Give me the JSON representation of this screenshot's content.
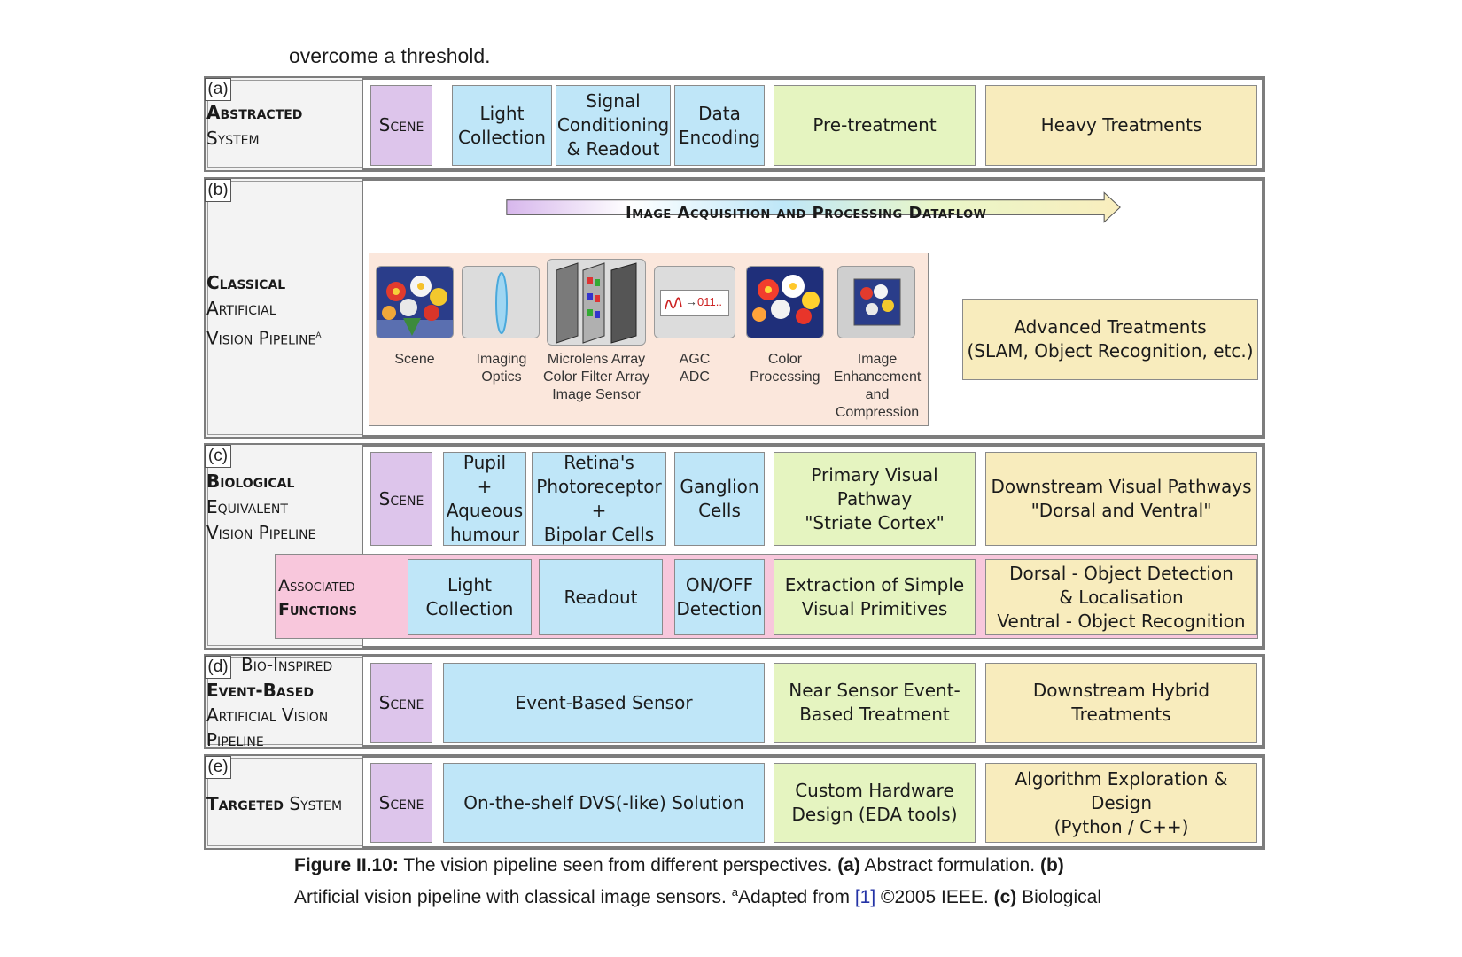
{
  "lead_text": "overcome a threshold.",
  "sections": {
    "a": {
      "tag": "(a)",
      "side_line1": "Abstracted",
      "side_line2": "System",
      "boxes": {
        "scene": "Scene",
        "light": "Light\nCollection",
        "signal": "Signal\nConditioning\n& Readout",
        "data": "Data\nEncoding",
        "pre": "Pre-treatment",
        "heavy": "Heavy Treatments"
      }
    },
    "b": {
      "tag": "(b)",
      "side_line1": "Classical",
      "side_line2": "Artificial",
      "side_line3": "Vision Pipeline",
      "side_sup": "a",
      "flow_label": "Image Acquisition and Processing Dataflow",
      "captions": {
        "scene": "Scene",
        "optics": "Imaging\nOptics",
        "sensor": "Microlens Array\nColor Filter Array\nImage Sensor",
        "agc": "AGC\nADC",
        "color": "Color\nProcessing",
        "enh": "Image\nEnhancement\nand\nCompression"
      },
      "adc_readout": "011..",
      "advanced": "Advanced Treatments\n(SLAM, Object Recognition, etc.)"
    },
    "c": {
      "tag": "(c)",
      "side_line1": "Biological",
      "side_line2": "Equivalent",
      "side_line3": "Vision Pipeline",
      "boxes": {
        "scene": "Scene",
        "pupil": "Pupil\n+\nAqueous\nhumour",
        "retina": "Retina's\nPhotoreceptor\n+\nBipolar Cells",
        "ganglion": "Ganglion\nCells",
        "primary": "Primary Visual Pathway\n\"Striate Cortex\"",
        "downstream": "Downstream Visual Pathways\n\"Dorsal and Ventral\""
      },
      "assoc_line1": "Associated",
      "assoc_line2": "Functions",
      "functions": {
        "light": "Light\nCollection",
        "readout": "Readout",
        "onoff": "ON/OFF\nDetection",
        "extraction": "Extraction of Simple\nVisual Primitives",
        "dorsal": "Dorsal - Object Detection\n& Localisation\nVentral - Object Recognition"
      }
    },
    "d": {
      "tag": "(d)",
      "side_line0": "Bio-Inspired",
      "side_line1": "Event-Based",
      "side_line2": "Artificial Vision",
      "side_line3": "Pipeline",
      "boxes": {
        "scene": "Scene",
        "sensor": "Event-Based Sensor",
        "near": "Near Sensor Event-\nBased Treatment",
        "hybrid": "Downstream Hybrid\nTreatments"
      }
    },
    "e": {
      "tag": "(e)",
      "side_line1": "Targeted",
      "side_line2": "System",
      "boxes": {
        "scene": "Scene",
        "dvs": "On-the-shelf DVS(-like) Solution",
        "custom": "Custom Hardware\nDesign (EDA tools)",
        "algo": "Algorithm Exploration & Design\n(Python / C++)"
      }
    }
  },
  "caption": {
    "label": "Figure II.10:",
    "text1": " The vision pipeline seen from different perspectives. ",
    "a": "(a)",
    "text2": " Abstract formulation. ",
    "b": "(b)",
    "text3": " Artificial vision pipeline with classical image sensors. ",
    "sup": "a",
    "text4": "Adapted from ",
    "ref": "[1]",
    "text5": " ©2005 IEEE. ",
    "c": "(c)",
    "text6": " Biological"
  },
  "colors": {
    "purple": "#ddc5eb",
    "blue": "#bfe6f8",
    "green": "#e5f4c0",
    "yellow": "#f8ecbd",
    "pink": "#f8c7dc",
    "peach": "#fbe7dc"
  }
}
